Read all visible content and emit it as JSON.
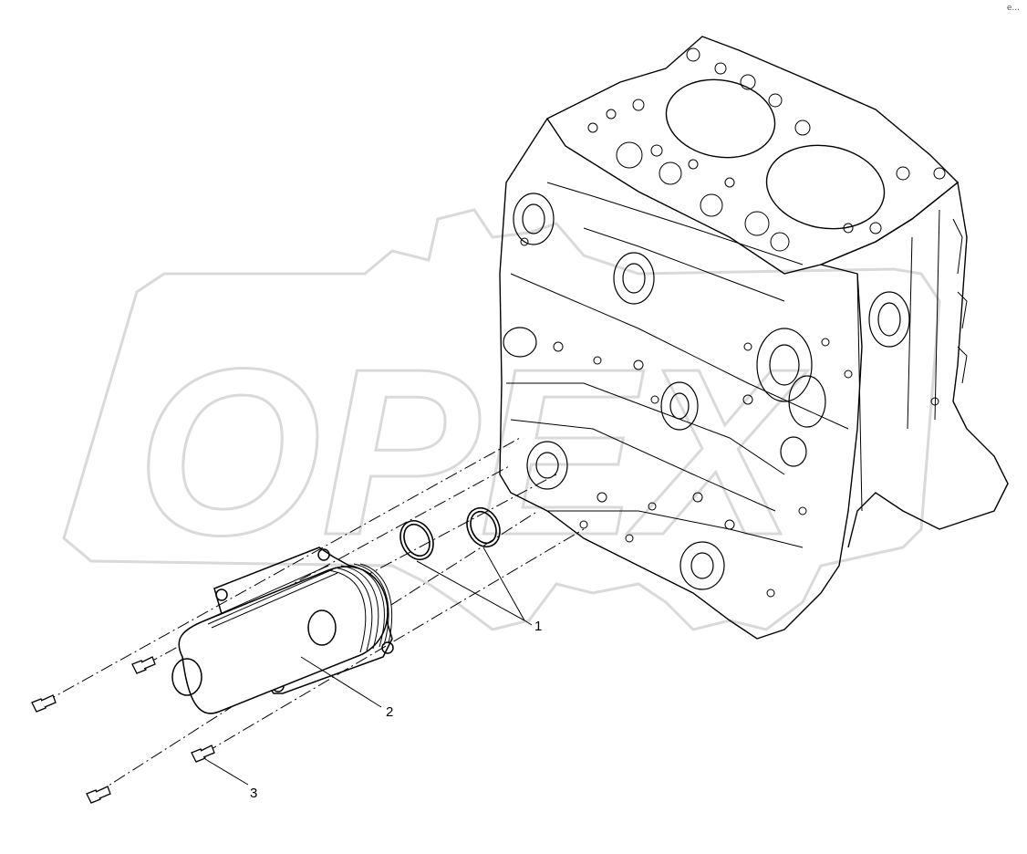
{
  "diagram": {
    "watermark_text": "OPEX",
    "colors": {
      "line": "#000000",
      "watermark": "#d9d9d9",
      "background": "#ffffff"
    },
    "callouts": [
      {
        "id": "1",
        "label": "1",
        "part": "o-ring"
      },
      {
        "id": "2",
        "label": "2",
        "part": "oil-cooler"
      },
      {
        "id": "3",
        "label": "3",
        "part": "bolt"
      }
    ],
    "corner_mark": "e..."
  }
}
